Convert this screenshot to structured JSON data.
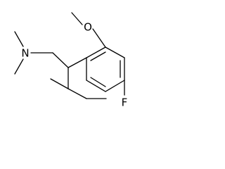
{
  "molecule": {
    "atoms": {
      "oxygen": "O",
      "nitrogen": "N",
      "fluorine": "F"
    },
    "colors": {
      "bond": "#000000",
      "label": "#000000",
      "background": "#ffffff"
    }
  }
}
